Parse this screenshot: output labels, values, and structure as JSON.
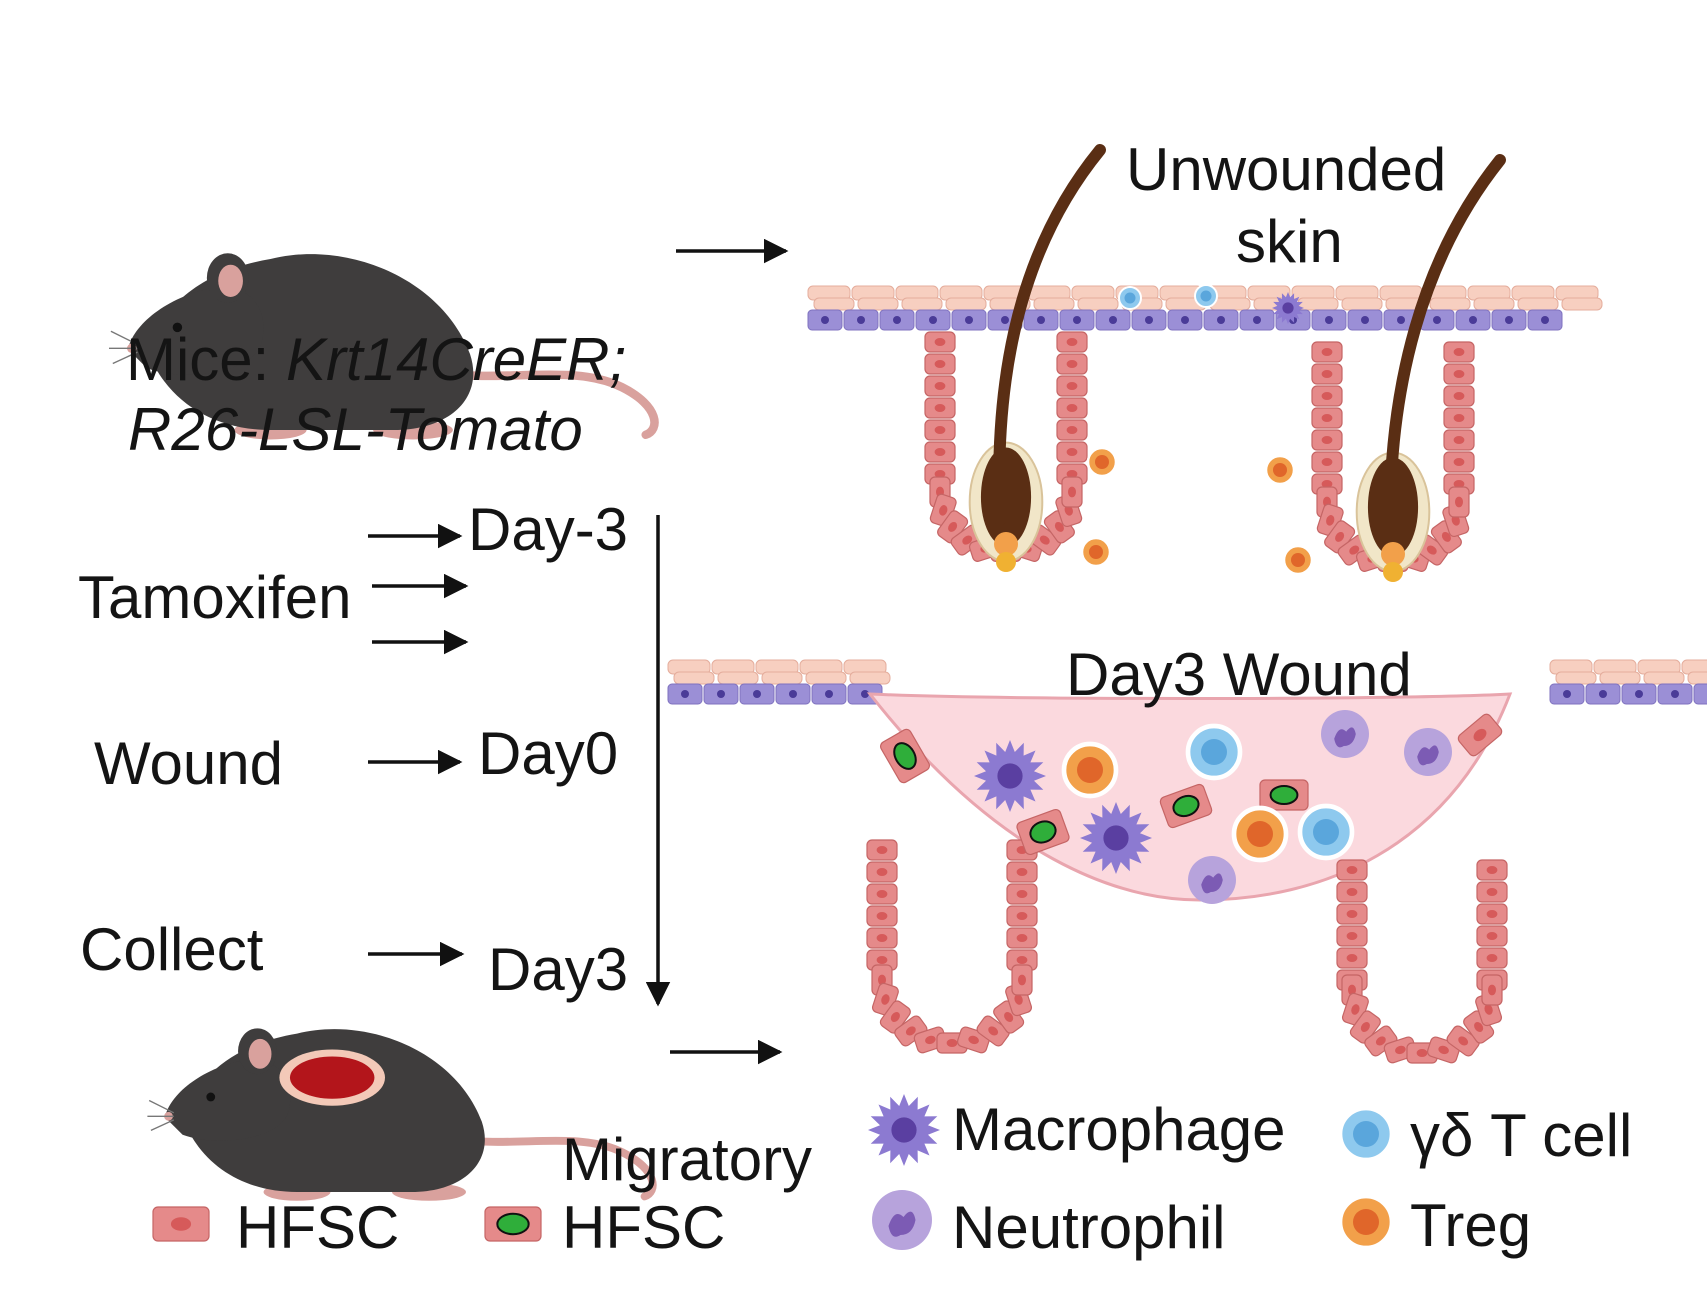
{
  "mouse": {
    "line1_prefix": "Mice: ",
    "line1_italic": "Krt14CreER;",
    "line2_italic": "R26-LSL-Tomato"
  },
  "timeline": {
    "tamoxifen": "Tamoxifen",
    "day_minus3": "Day-3",
    "wound": "Wound",
    "day0": "Day0",
    "collect": "Collect",
    "day3": "Day3"
  },
  "panels": {
    "unwounded_line1": "Unwounded",
    "unwounded_line2": "skin",
    "wound_title": "Day3 Wound"
  },
  "legend": {
    "hfsc": "HFSC",
    "migratory_line1": "Migratory",
    "migratory_line2": "HFSC",
    "macrophage": "Macrophage",
    "neutrophil": "Neutrophil",
    "gd_t_cell": "γδ T cell",
    "treg": "Treg"
  },
  "colors": {
    "mouse": "#3f3d3d",
    "mouse_pink": "#d9a19d",
    "hfsc": "#e58a8a",
    "hfsc_nucleus": "#d65a5a",
    "migratory_nucleus": "#2fae3a",
    "basal": "#9b8fd6",
    "supra": "#f7cfc0",
    "wound_bed": "#fbd9de",
    "macrophage": "#8c7ad1",
    "neutrophil": "#b7a3dc",
    "gd_t_cell": "#8ec9ee",
    "treg": "#f2a04a",
    "hair": "#5a2e14"
  }
}
